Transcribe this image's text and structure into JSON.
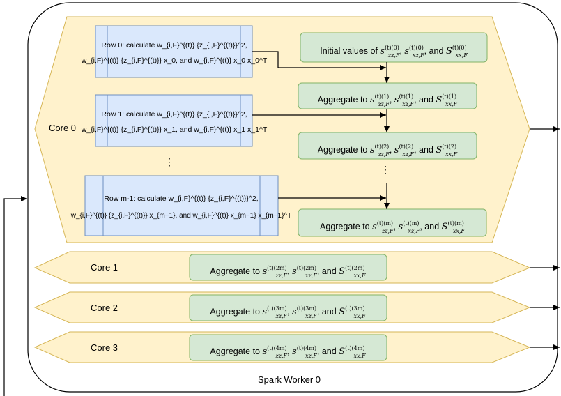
{
  "worker": {
    "label": "Spark Worker 0"
  },
  "core0": {
    "label": "Core 0",
    "rows": [
      {
        "line1": "Row 0: calculate w_{i,F}^{(t)} {z_{i,F}^{(t)}}^2,",
        "line2": "w_{i,F}^{(t)} {z_{i,F}^{(t)}} x_0, and w_{i,F}^{(t)} x_0 x_0^T"
      },
      {
        "line1": "Row 1: calculate w_{i,F}^{(t)} {z_{i,F}^{(t)}}^2,",
        "line2": "w_{i,F}^{(t)} {z_{i,F}^{(t)}} x_1, and w_{i,F}^{(t)} x_1 x_1^T"
      },
      {
        "line1": "Row m-1: calculate w_{i,F}^{(t)} {z_{i,F}^{(t)}}^2,",
        "line2": "w_{i,F}^{(t)} {z_{i,F}^{(t)}} x_{m−1}, and w_{i,F}^{(t)} x_{m−1} x_{m−1}^T"
      }
    ],
    "vdots": "⋮",
    "agg": [
      {
        "prefix": "Initial values of",
        "sup": "(t)(0)"
      },
      {
        "prefix": "Aggregate to",
        "sup": "(t)(1)"
      },
      {
        "prefix": "Aggregate to",
        "sup": "(t)(2)"
      },
      {
        "prefix": "Aggregate to",
        "sup": "(t)(m)"
      }
    ]
  },
  "cores": [
    {
      "label": "Core 1",
      "prefix": "Aggregate to",
      "sup": "(t)(2m)"
    },
    {
      "label": "Core 2",
      "prefix": "Aggregate to",
      "sup": "(t)(3m)"
    },
    {
      "label": "Core 3",
      "prefix": "Aggregate to",
      "sup": "(t)(4m)"
    }
  ],
  "colors": {
    "core_fill": "#fff2cc",
    "core_stroke": "#d6b656",
    "row_fill": "#dae8fc",
    "row_stroke": "#6c8ebf",
    "agg_fill": "#d5e8d4",
    "agg_stroke": "#82b366"
  }
}
